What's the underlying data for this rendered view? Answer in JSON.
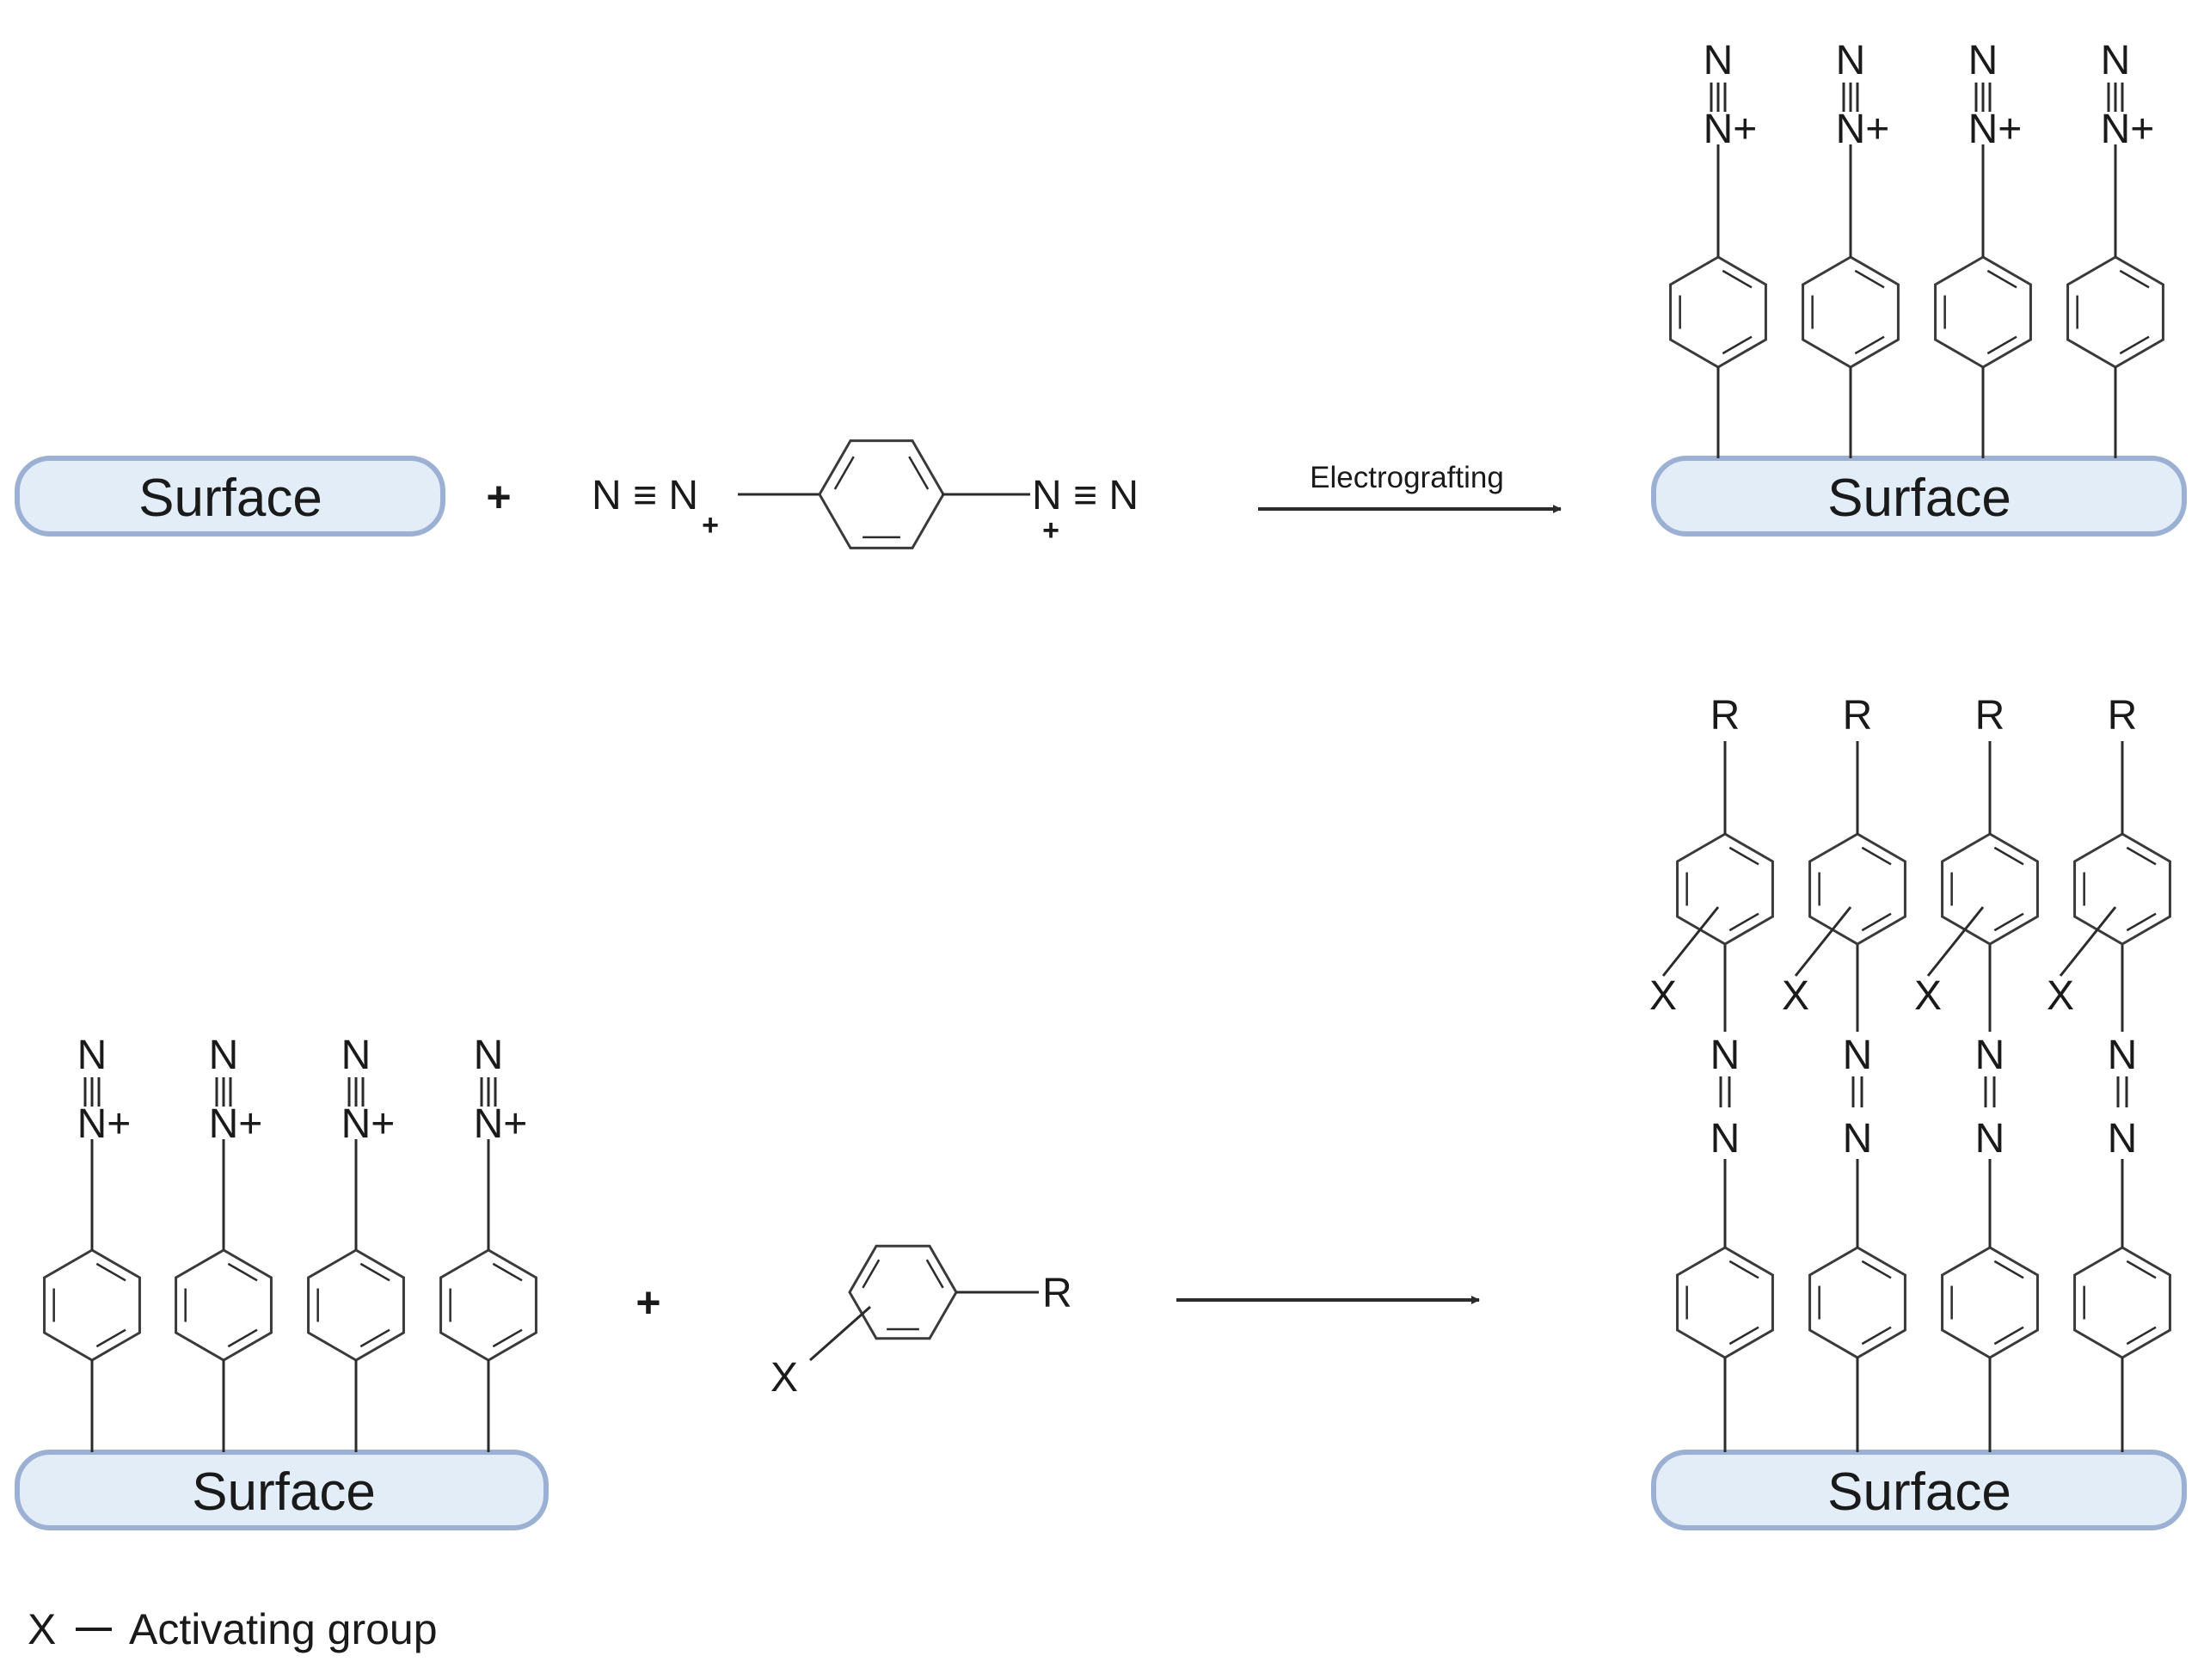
{
  "colors": {
    "surface_fill": "#e3edf8",
    "surface_stroke": "#9bb0d3",
    "line": "#2b2b2b",
    "ring": "#3a3a3a",
    "text": "#1a1a1a"
  },
  "surface_label": "Surface",
  "plus_sign": "+",
  "reaction_1": {
    "arrow_label": "Electrografting",
    "reagent_left": "N ≡ N",
    "reagent_right": "N ≡ N",
    "reagent_charge": "+"
  },
  "reaction_2": {
    "reagent_substituent": "R",
    "reagent_group": "X",
    "arrow_label": ""
  },
  "diazonium_labels": {
    "top": "N",
    "bottom": "N+"
  },
  "azo_labels": {
    "top": "N",
    "bottom": "N",
    "substituent": "R",
    "group": "X"
  },
  "legend": {
    "symbol": "X",
    "dash": "—",
    "text": "Activating group"
  }
}
